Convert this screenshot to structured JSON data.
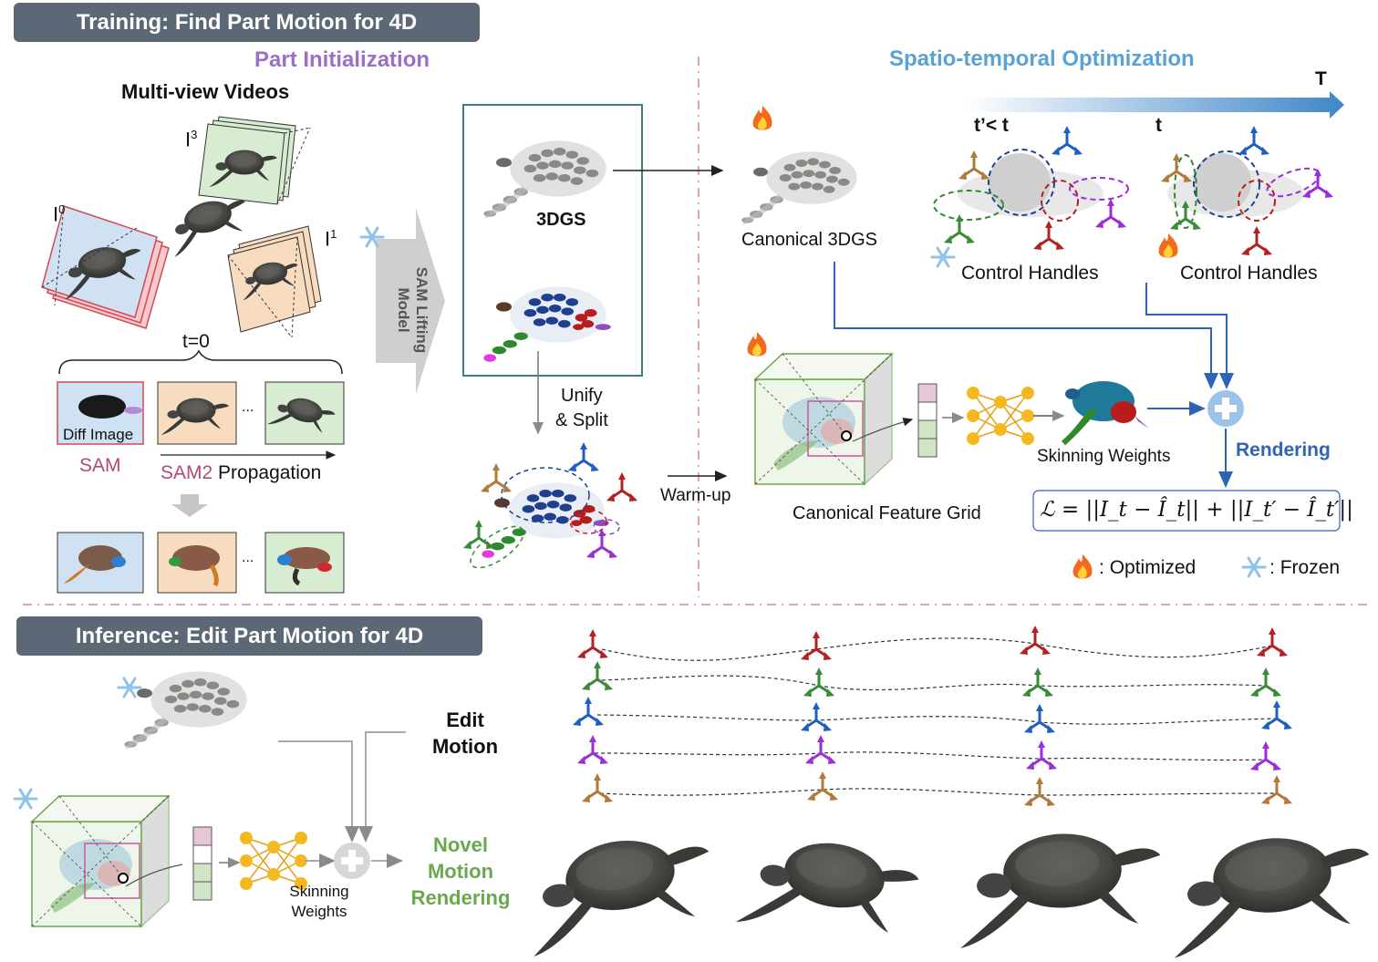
{
  "training": {
    "banner": "Training: Find Part Motion for 4D",
    "part_init_title": "Part Initialization",
    "spatio_title": "Spatio-temporal Optimization",
    "multiview_title": "Multi-view Videos",
    "view_labels": [
      "I",
      "I",
      "I"
    ],
    "view_sups": [
      "0",
      "3",
      "1"
    ],
    "t0_label": "t=0",
    "diff_image": "Diff Image",
    "sam": "SAM",
    "sam2": "SAM2",
    "propagation": "Propagation",
    "ellipsis": "...",
    "sam_lifting": "SAM Lifting Model",
    "gs_3d": "3DGS",
    "unify": "Unify",
    "split": "& Split",
    "warmup": "Warm-up",
    "canonical_3dgs": "Canonical 3DGS",
    "time_axis": "T",
    "t_prev": "t’< t",
    "t_now": "t",
    "control_handles": "Control Handles",
    "canonical_grid": "Canonical Feature Grid",
    "skinning": "Skinning Weights",
    "rendering": "Rendering",
    "loss": "ℒ = ||I_t − Î_t|| + ||I_t′ − Î_t′||",
    "legend_optimized": "Optimized",
    "legend_frozen": "Frozen",
    "legend_sep": ":"
  },
  "inference": {
    "banner": "Inference: Edit Part Motion for 4D",
    "edit": "Edit",
    "motion": "Motion",
    "skinning_1": "Skinning",
    "skinning_2": "Weights",
    "novel": "Novel",
    "novel_motion": "Motion",
    "novel_rendering": "Rendering"
  },
  "colors": {
    "banner": "#5d6877",
    "purple_title": "#9b6fc9",
    "blue_title": "#5aa2d6",
    "sam_pink": "#b04a7a",
    "novel_green": "#6aa84f",
    "rendering_blue": "#2f63b5",
    "red_handle": "#b22222",
    "green_handle": "#3a8a3a",
    "blue_handle": "#1f5fbf",
    "purple_handle": "#9a2fd6",
    "brown_handle": "#b07a3a",
    "mlp_node": "#f5b820"
  },
  "icons": [
    "fire-icon",
    "snowflake-icon",
    "plus-circle-icon",
    "turtle-image",
    "gaussian-turtle",
    "control-handle-icon",
    "mlp-network-icon",
    "feature-grid-cube"
  ]
}
